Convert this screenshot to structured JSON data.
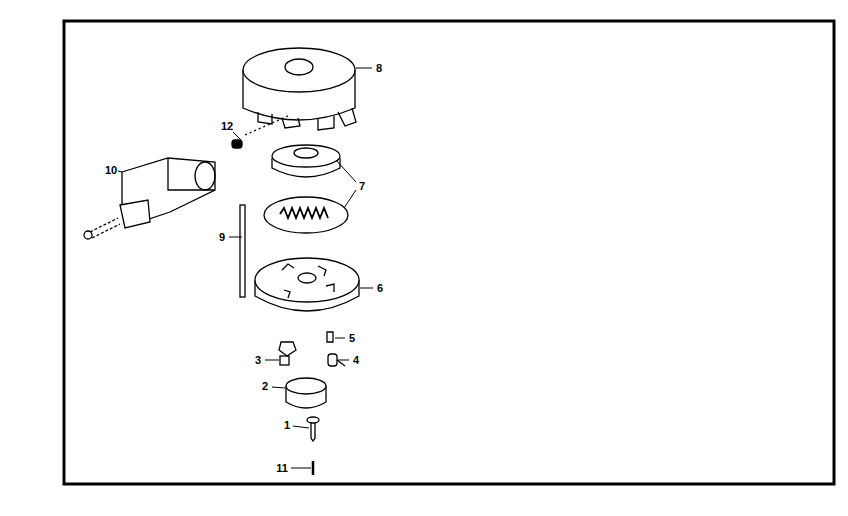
{
  "diagram": {
    "labels": [
      "8",
      "12",
      "10",
      "7",
      "9",
      "6",
      "5",
      "3",
      "4",
      "2",
      "1",
      "11"
    ]
  }
}
